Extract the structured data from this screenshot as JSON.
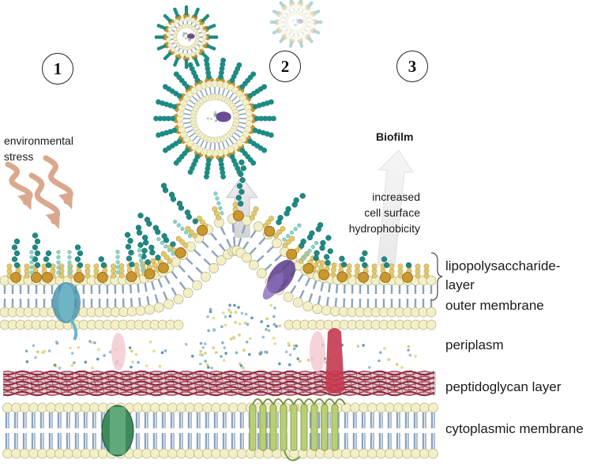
{
  "steps": [
    "1",
    "2",
    "3"
  ],
  "labels": {
    "environmental_stress_line1": "environmental",
    "environmental_stress_line2": "stress",
    "biofilm": "Biofilm",
    "hydrophobicity_line1": "increased",
    "hydrophobicity_line2": "cell surface",
    "hydrophobicity_line3": "hydrophobicity",
    "lps_line1": "lipopolysaccharide-",
    "lps_line2": "layer",
    "outer_membrane": "outer membrane",
    "periplasm": "periplasm",
    "peptidoglycan": "peptidoglycan layer",
    "cytoplasmic_membrane": "cytoplasmic membrane"
  },
  "colors": {
    "lipid_head": "#f3f0c8",
    "lipid_head_stroke": "#b9b48a",
    "lipid_tail": "#8aa2bf",
    "lps_core": "#c9962f",
    "lps_chain": "#1e8a84",
    "lps_short": "#e2c86e",
    "peptidoglycan": "#8c2436",
    "stress_arrow": "#d9a88e",
    "vesicle_arrow": "#d6d6d6",
    "outer_protein": "#3f8fa8",
    "inner_protein_green": "#3f8a5a",
    "inner_protein_lime": "#b9cf76",
    "red_protein": "#c5384f",
    "purple_protein": "#5a3a8a"
  }
}
